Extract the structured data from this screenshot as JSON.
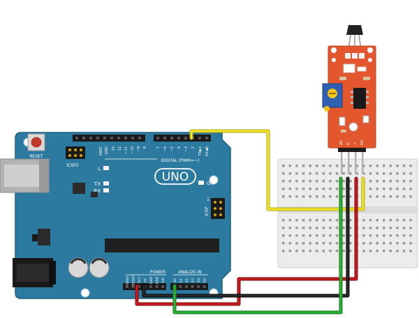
{
  "arduino": {
    "reset_label": "RESET",
    "icsp2_label": "ICSP2",
    "icsp_label": "ICSP",
    "l_label": "L",
    "tx_label": "TX",
    "rx_label": "RX",
    "on_label": "ON",
    "logo_text": "UNO",
    "digital_label": "DIGITAL (PWM=~)",
    "aref_label": "AREF",
    "gnd_label": "GND",
    "digital_pins_left": [
      "13",
      "12",
      "~11",
      "~10",
      "~9",
      "8"
    ],
    "digital_pins_right": [
      "7",
      "~6",
      "~5",
      "4",
      "~3",
      "2",
      "TX▶1",
      "RX◀0"
    ],
    "power_label": "POWER",
    "analog_label": "ANALOG IN",
    "power_pins": [
      "IOREF",
      "RESET",
      "3V3",
      "5V",
      "GND",
      "GND",
      "VIN"
    ],
    "analog_pins": [
      "A0",
      "A1",
      "A2",
      "A3",
      "A4",
      "A5"
    ],
    "icsp_pin1": "1"
  },
  "sensor": {
    "pins": [
      "A0",
      "G",
      "+",
      "D0"
    ]
  },
  "colors": {
    "board": "#2c7aa0",
    "board_dark": "#1f5f80",
    "sensor_pcb": "#e4572e",
    "wire_yellow": "#f2e62a",
    "wire_red": "#c8191e",
    "wire_black": "#1a1a1a",
    "wire_green": "#2db135",
    "breadboard": "#ececec"
  }
}
